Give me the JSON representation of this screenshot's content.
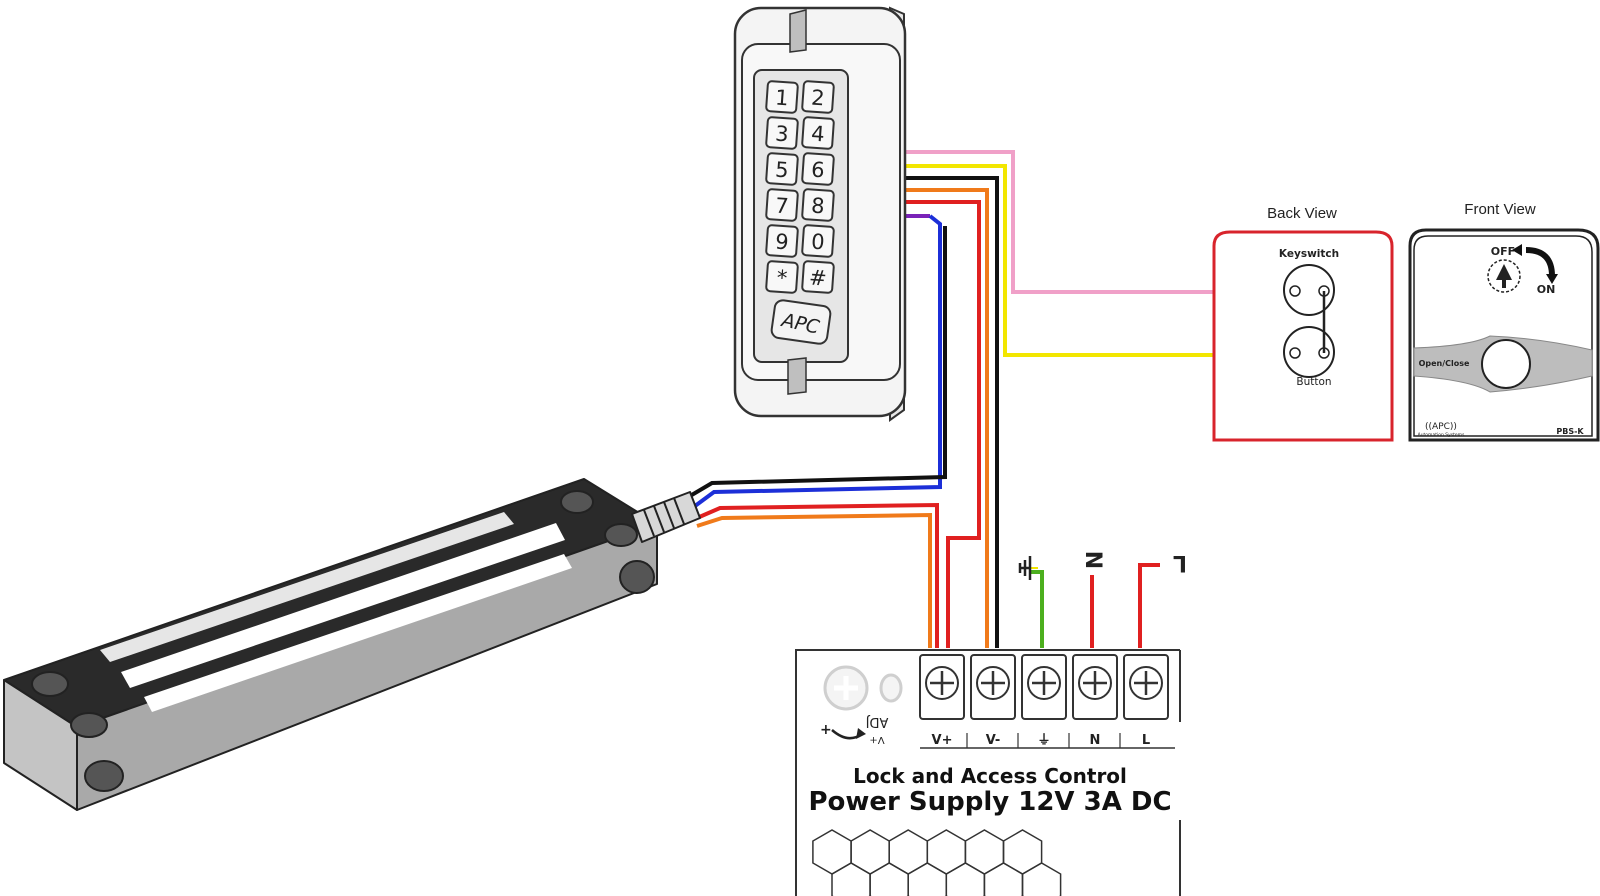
{
  "keypad": {
    "keys": [
      "1",
      "2",
      "3",
      "4",
      "5",
      "6",
      "7",
      "8",
      "9",
      "0",
      "*",
      "#"
    ],
    "brand": "APC"
  },
  "back_view": {
    "title": "Back View",
    "top_label": "Keyswitch",
    "bottom_label": "Button"
  },
  "front_view": {
    "title": "Front View",
    "off_label": "OFF",
    "on_label": "ON",
    "button_label": "Open/Close",
    "brand": "((APC))",
    "brand_sub": "Automation Systems",
    "model": "PBS-K"
  },
  "psu": {
    "line1": "Lock and Access Control",
    "line2": "Power Supply 12V 3A DC",
    "adj_label": "ADJ",
    "adj_sub": "V+",
    "terminals": [
      "V+",
      "V-",
      "⏚",
      "N",
      "L"
    ],
    "mains_n": "N",
    "mains_l": "L"
  },
  "colors": {
    "pink": "#f0a0c8",
    "yellow": "#f2e600",
    "black": "#111111",
    "orange": "#f07a1a",
    "red": "#e02020",
    "purple": "#7a22b8",
    "blue": "#1c2fd8",
    "green": "#4caf1e",
    "frame_red": "#d8242c"
  }
}
